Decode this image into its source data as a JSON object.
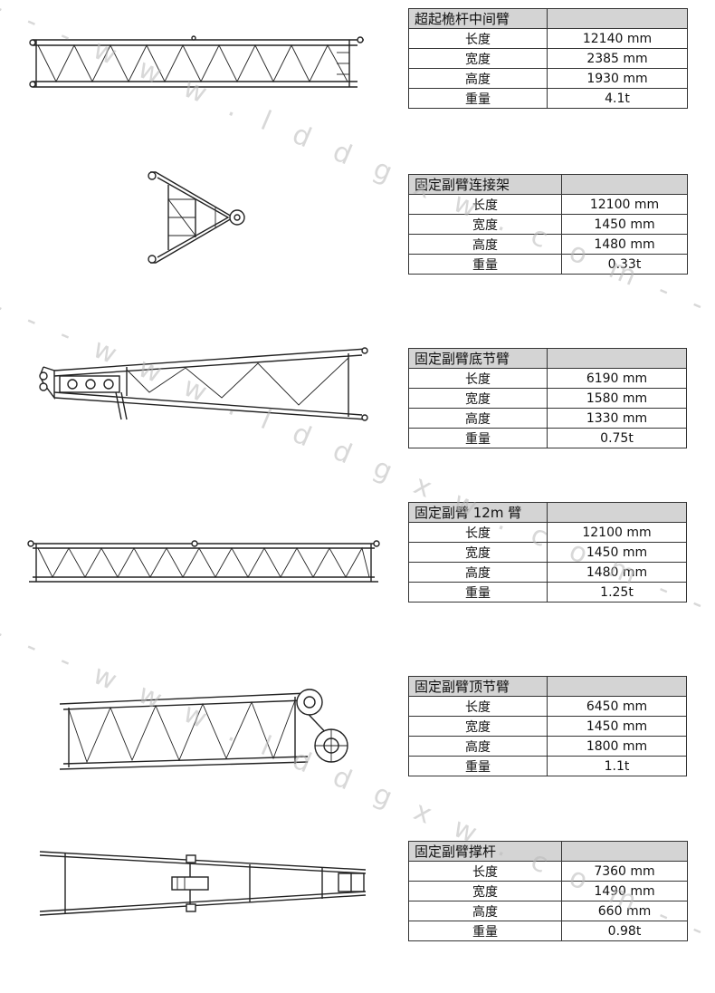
{
  "watermark": "- - - w w w . l d d g x w . c o m - - - - -",
  "components": [
    {
      "name": "超起桅杆中间臂",
      "rows": [
        {
          "label": "长度",
          "value": "12140 mm"
        },
        {
          "label": "宽度",
          "value": "2385 mm"
        },
        {
          "label": "高度",
          "value": "1930 mm"
        },
        {
          "label": "重量",
          "value": "4.1t"
        }
      ]
    },
    {
      "name": "固定副臂连接架",
      "rows": [
        {
          "label": "长度",
          "value": "12100 mm"
        },
        {
          "label": "宽度",
          "value": "1450 mm"
        },
        {
          "label": "高度",
          "value": "1480 mm"
        },
        {
          "label": "重量",
          "value": "0.33t"
        }
      ]
    },
    {
      "name": "固定副臂底节臂",
      "rows": [
        {
          "label": "长度",
          "value": "6190 mm"
        },
        {
          "label": "宽度",
          "value": "1580 mm"
        },
        {
          "label": "高度",
          "value": "1330 mm"
        },
        {
          "label": "重量",
          "value": "0.75t"
        }
      ]
    },
    {
      "name": "固定副臂 12m 臂",
      "rows": [
        {
          "label": "长度",
          "value": "12100 mm"
        },
        {
          "label": "宽度",
          "value": "1450 mm"
        },
        {
          "label": "高度",
          "value": "1480 mm"
        },
        {
          "label": "重量",
          "value": "1.25t"
        }
      ]
    },
    {
      "name": "固定副臂顶节臂",
      "rows": [
        {
          "label": "长度",
          "value": "6450 mm"
        },
        {
          "label": "宽度",
          "value": "1450 mm"
        },
        {
          "label": "高度",
          "value": "1800 mm"
        },
        {
          "label": "重量",
          "value": "1.1t"
        }
      ]
    },
    {
      "name": "固定副臂撑杆",
      "rows": [
        {
          "label": "长度",
          "value": "7360 mm"
        },
        {
          "label": "宽度",
          "value": "1490 mm"
        },
        {
          "label": "高度",
          "value": "660 mm"
        },
        {
          "label": "重量",
          "value": "0.98t"
        }
      ]
    }
  ]
}
